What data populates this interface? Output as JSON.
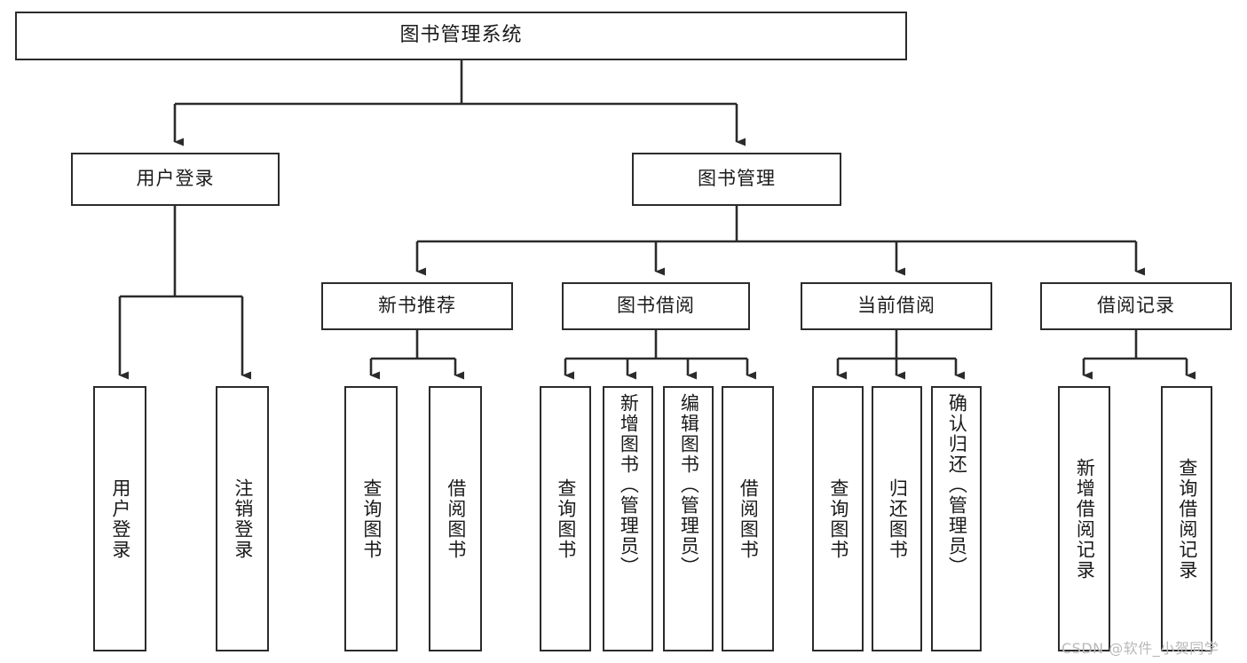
{
  "diagram": {
    "title": "图书管理系统",
    "type": "功能结构图",
    "root": {
      "label": "图书管理系统"
    },
    "level1": [
      {
        "id": "user-login",
        "label": "用户登录"
      },
      {
        "id": "book-management",
        "label": "图书管理"
      }
    ],
    "level2": [
      {
        "id": "new-book-recommend",
        "label": "新书推荐"
      },
      {
        "id": "book-borrow",
        "label": "图书借阅"
      },
      {
        "id": "current-borrow",
        "label": "当前借阅"
      },
      {
        "id": "borrow-record",
        "label": "借阅记录"
      }
    ],
    "leaves": {
      "user-login": [
        {
          "id": "user-login-leaf",
          "label": "用户登录"
        },
        {
          "id": "user-logout-leaf",
          "label": "注销登录"
        }
      ],
      "new-book-recommend": [
        {
          "id": "query-book-1",
          "label": "查询图书"
        },
        {
          "id": "borrow-book-1",
          "label": "借阅图书"
        }
      ],
      "book-borrow": [
        {
          "id": "query-book-2",
          "label": "查询图书"
        },
        {
          "id": "add-book-admin",
          "label": "新增图书（管理员）"
        },
        {
          "id": "edit-book-admin",
          "label": "编辑图书（管理员）"
        },
        {
          "id": "borrow-book-2",
          "label": "借阅图书"
        }
      ],
      "current-borrow": [
        {
          "id": "query-book-3",
          "label": "查询图书"
        },
        {
          "id": "return-book",
          "label": "归还图书"
        },
        {
          "id": "confirm-return-admin",
          "label": "确认归还（管理员）"
        }
      ],
      "borrow-record": [
        {
          "id": "add-borrow-record",
          "label": "新增借阅记录"
        },
        {
          "id": "query-borrow-record",
          "label": "查询借阅记录"
        }
      ]
    }
  },
  "watermark": {
    "text": "CSDN @软件_小贺同学"
  },
  "colors": {
    "box_border": "#2b2b2b",
    "box_fill": "#ffffff",
    "edge": "#2b2b2b",
    "text": "#1a1a1a",
    "watermark": "#b9b9b9",
    "background": "#ffffff"
  }
}
